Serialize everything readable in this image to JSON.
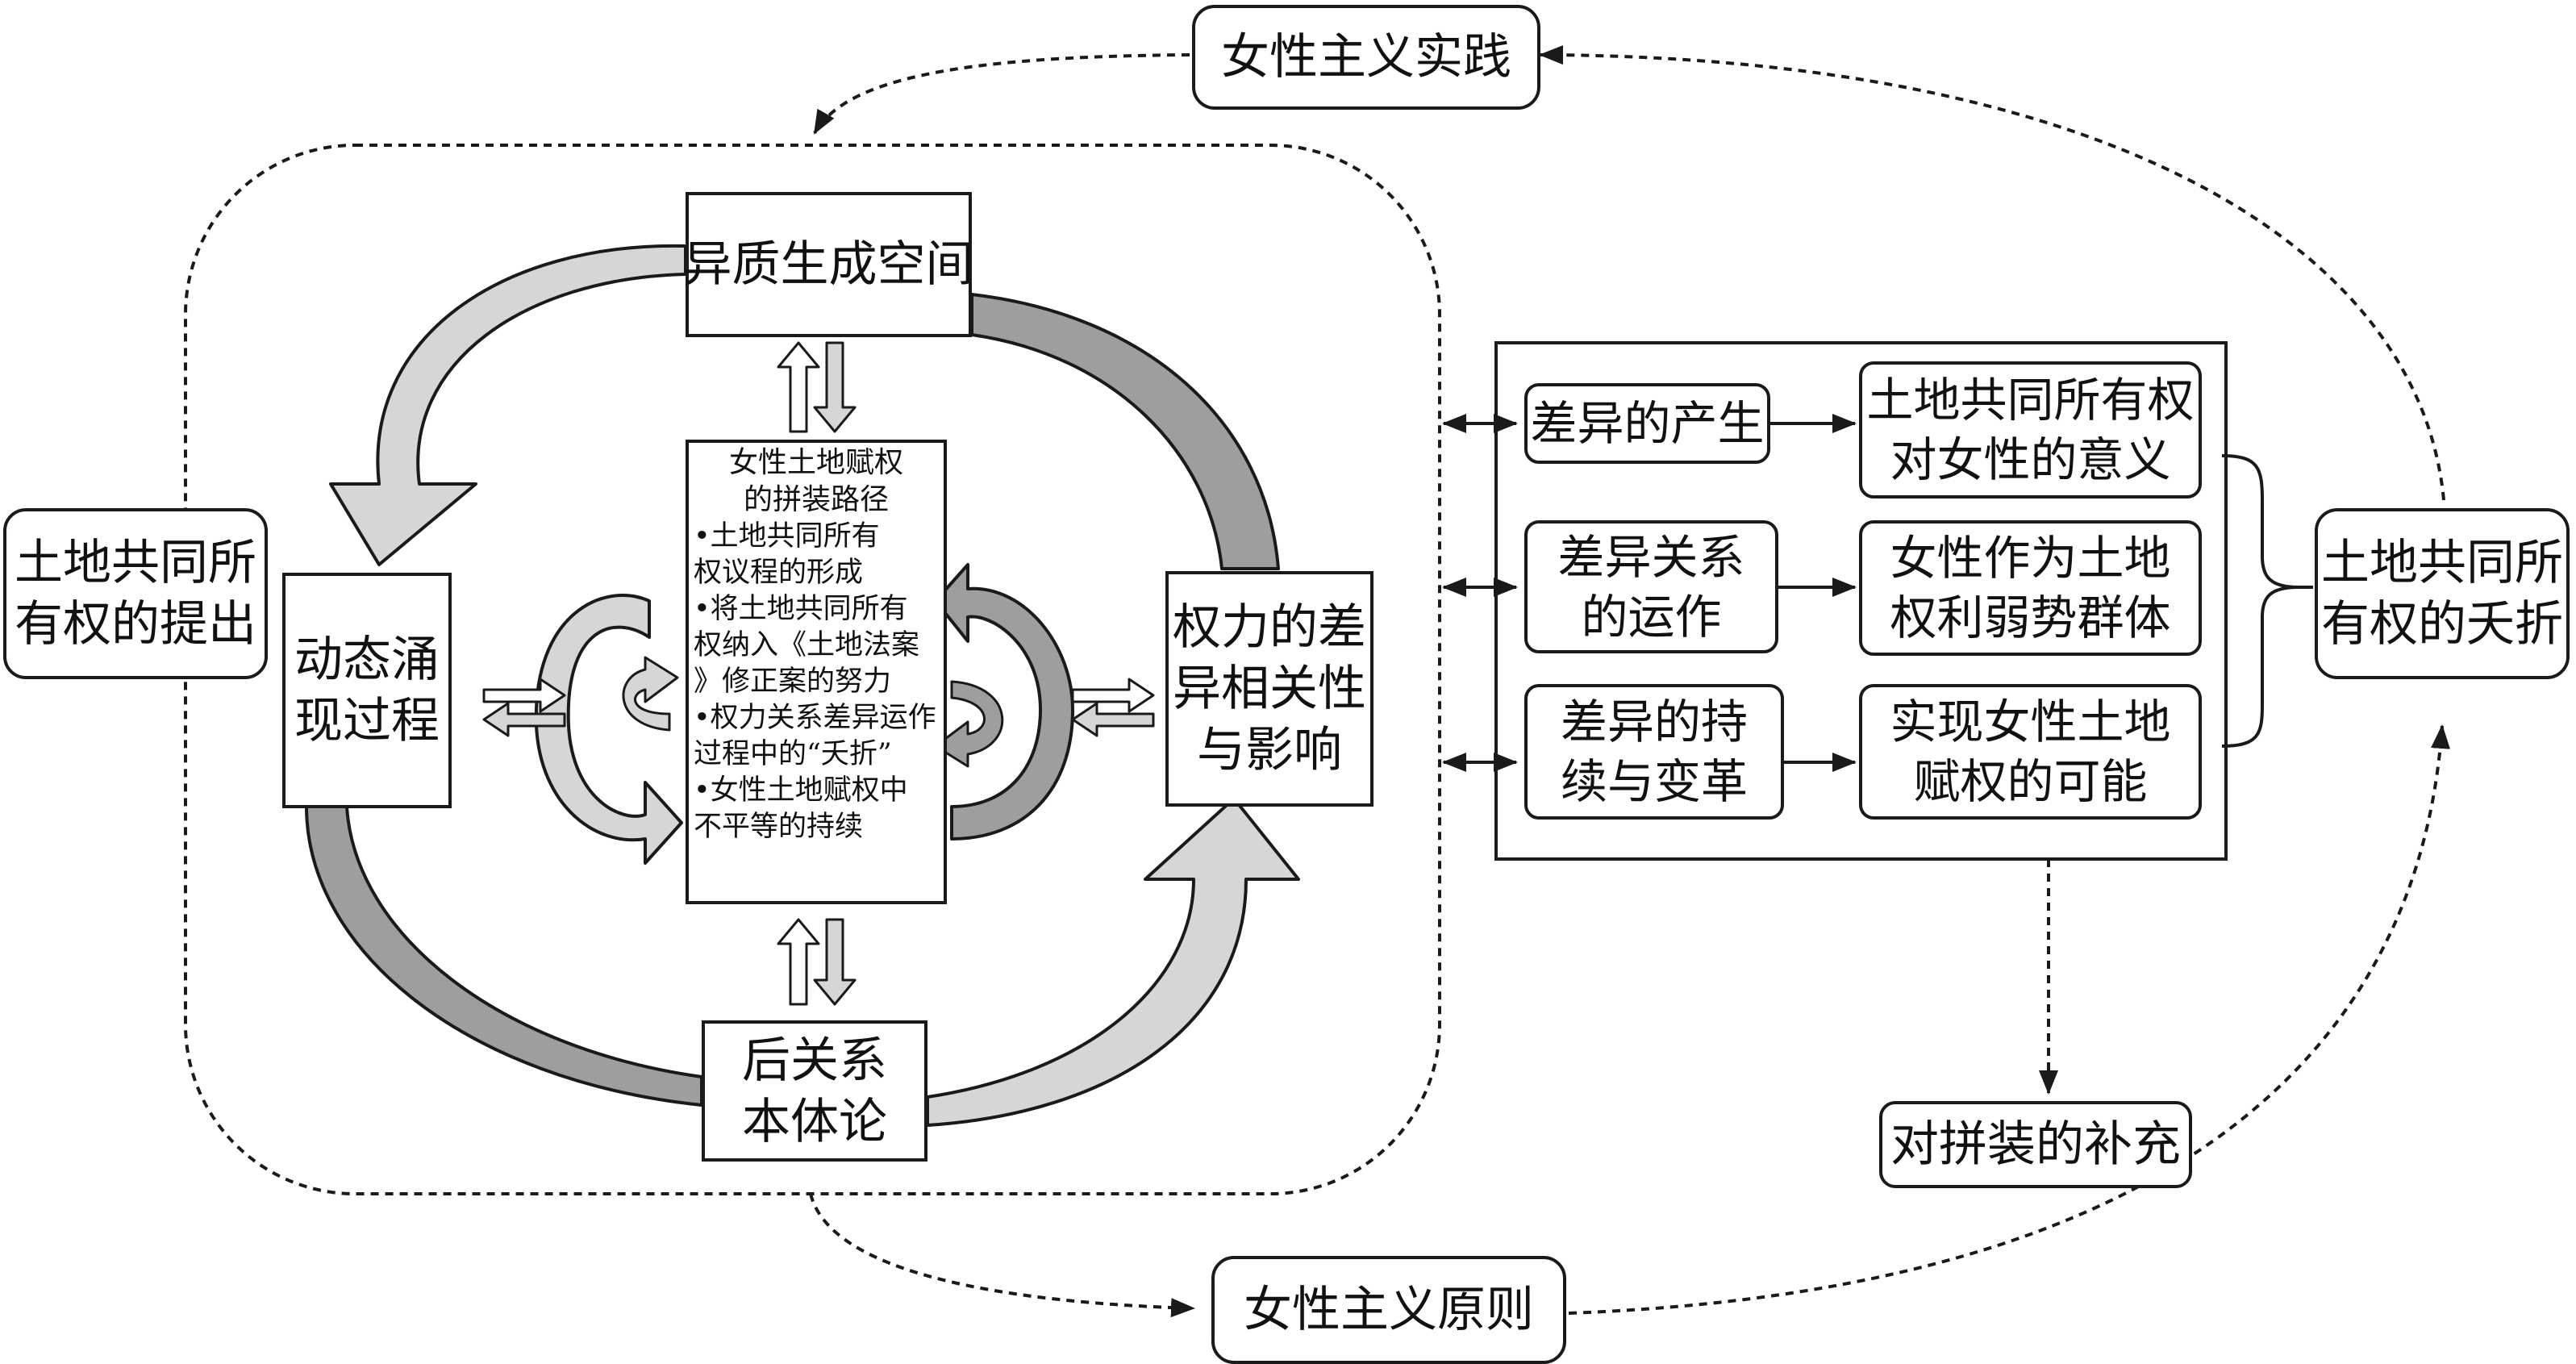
{
  "nodes": {
    "feminist_practice": "女性主义实践",
    "feminist_principle": "女性主义原则",
    "joint_ownership_proposal": [
      "土地共同所",
      "有权的提出"
    ],
    "joint_ownership_fold": [
      "土地共同所",
      "有权的夭折"
    ],
    "heterogeneous_space": "异质生成空间",
    "dynamic_emergence": [
      "动态涌",
      "现过程"
    ],
    "power_difference": [
      "权力的差",
      "异相关性",
      "与影响"
    ],
    "post_relational_ontology": [
      "后关系",
      "本体论"
    ],
    "supplement": "对拼装的补充"
  },
  "assemblage_path": {
    "title": [
      "女性土地赋权",
      "的拼装路径"
    ],
    "bullets": [
      [
        "•土地共同所有",
        "权议程的形成"
      ],
      [
        "•将土地共同所有",
        "权纳入《土地法案",
        "》修正案的努力"
      ],
      [
        "•权力关系差异运作",
        "过程中的“夭折”"
      ],
      [
        "•女性土地赋权中",
        "不平等的持续"
      ]
    ]
  },
  "difference_panel": {
    "rows": [
      {
        "left": [
          "差异的产生"
        ],
        "right": [
          "土地共同所有权",
          "对女性的意义"
        ]
      },
      {
        "left": [
          "差异关系",
          "的运作"
        ],
        "right": [
          "女性作为土地",
          "权利弱势群体"
        ]
      },
      {
        "left": [
          "差异的持",
          "续与变革"
        ],
        "right": [
          "实现女性土地",
          "赋权的可能"
        ]
      }
    ]
  },
  "colors": {
    "line": "#1a1a1a",
    "dark_arrow": "#9e9e9e",
    "light_arrow": "#d6d6d6",
    "background": "#ffffff"
  }
}
